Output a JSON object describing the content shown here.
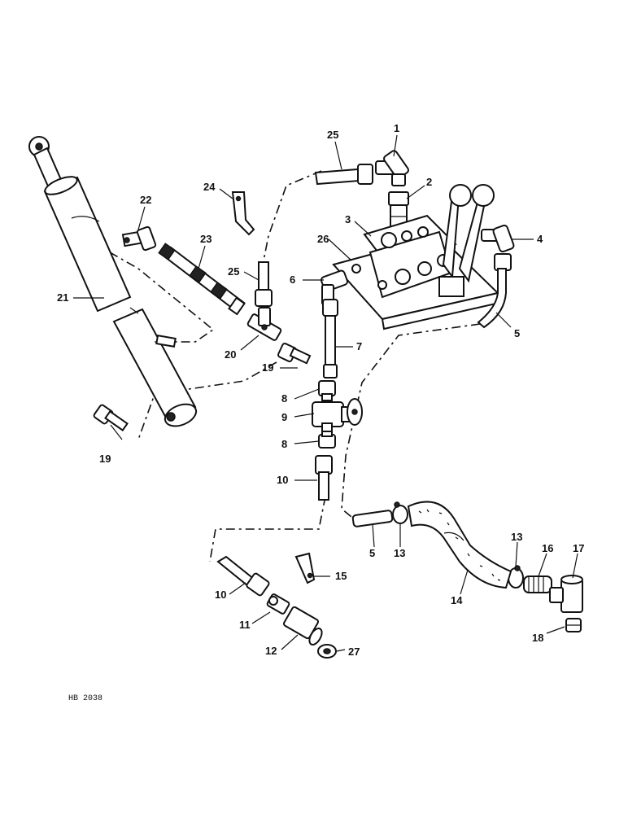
{
  "diagram": {
    "caption": "HB 2038",
    "callouts": [
      "1",
      "2",
      "3",
      "4",
      "5",
      "5",
      "6",
      "7",
      "8",
      "8",
      "9",
      "10",
      "10",
      "11",
      "12",
      "13",
      "13",
      "14",
      "15",
      "16",
      "17",
      "18",
      "19",
      "19",
      "20",
      "21",
      "22",
      "23",
      "24",
      "25",
      "25",
      "26",
      "27"
    ]
  }
}
